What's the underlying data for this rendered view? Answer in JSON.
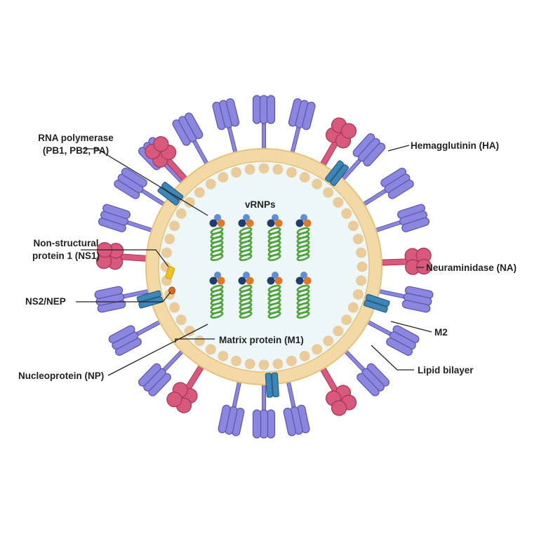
{
  "labels": {
    "rna_polymerase": [
      "RNA polymerase",
      "(PB1, PB2, PA)"
    ],
    "non_structural": [
      "Non-structural",
      "protein 1 (NS1)"
    ],
    "ns2_nep": "NS2/NEP",
    "nucleoprotein": "Nucleoprotein (NP)",
    "hemagglutinin": "Hemagglutinin (HA)",
    "neuraminidase": "Neuraminidase (NA)",
    "m2": "M2",
    "lipid_bilayer": "Lipid bilayer",
    "vrnps": "vRNPs",
    "matrix_protein": "Matrix protein (M1)"
  },
  "colors": {
    "membrane": "#f3d9a6",
    "membrane_edge": "#e6c37d",
    "interior": "#eef7f7",
    "matrix_bead": "#e9cc99",
    "hemagglutinin": "#8b86de",
    "hemagglutinin_edge": "#5e58b4",
    "neuraminidase": "#d9597c",
    "neuraminidase_edge": "#a8385a",
    "m2": "#3f86b8",
    "m2_edge": "#255e86",
    "rna_helix": "#4ea33a",
    "polymerase_pb1": "#1f3d6e",
    "polymerase_pb2": "#e0782a",
    "polymerase_pa": "#5b8fd6",
    "ns1": "#f2c21a",
    "ns2_nep": "#e06a1a",
    "leader_line": "#222222"
  }
}
